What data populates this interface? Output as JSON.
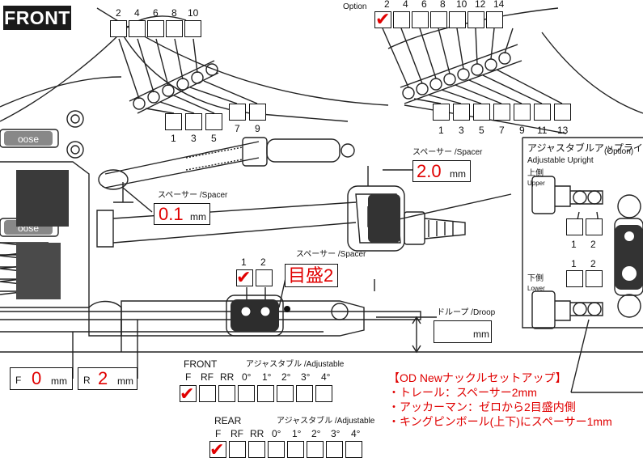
{
  "header": {
    "tag": "FRONT"
  },
  "top_left": {
    "top_nums": [
      "2",
      "4",
      "6",
      "8",
      "10"
    ],
    "bottom_nums": [
      "1",
      "3",
      "5"
    ],
    "side_nums": [
      "7",
      "9"
    ]
  },
  "top_right": {
    "option_label": "Option",
    "top_nums": [
      "2",
      "4",
      "6",
      "8",
      "10",
      "12",
      "14"
    ],
    "bottom_nums": [
      "1",
      "3",
      "5",
      "7",
      "9",
      "11",
      "13"
    ],
    "check": "✔"
  },
  "spacer_a": {
    "label": "スペーサー /Spacer",
    "value": "2.0",
    "unit": "mm"
  },
  "spacer_b": {
    "label": "スペーサー /Spacer",
    "value": "0.1",
    "unit": "mm"
  },
  "spacer_c": {
    "label": "スペーサー /Spacer",
    "value": "目盛2"
  },
  "pos12": {
    "nums": [
      "1",
      "2"
    ],
    "check": "✔"
  },
  "droop": {
    "label": "ドループ /Droop",
    "unit": "mm"
  },
  "adjustable_upright": {
    "title_jp": "アジャスタブルアップライト",
    "option": "(Option)",
    "title_en": "Adjustable Upright",
    "upper_jp": "上側",
    "upper_en": "Upper",
    "lower_jp": "下側",
    "lower_en": "Lower",
    "nums": [
      "1",
      "2"
    ]
  },
  "ride": {
    "f_label": "F",
    "f_value": "0",
    "f_unit": "mm",
    "r_label": "R",
    "r_value": "2",
    "r_unit": "mm"
  },
  "front_table": {
    "title": "FRONT",
    "adjustable": "アジャスタブル /Adjustable",
    "cols": [
      "F",
      "RF",
      "RR",
      "0°",
      "1°",
      "2°",
      "3°",
      "4°"
    ],
    "check": "✔"
  },
  "rear_table": {
    "title": "REAR",
    "adjustable": "アジャスタブル /Adjustable",
    "cols": [
      "F",
      "RF",
      "RR",
      "0°",
      "1°",
      "2°",
      "3°",
      "4°"
    ],
    "check": "✔"
  },
  "notes": {
    "title": "【OD Newナックルセットアップ】",
    "line1": "・トレール：スペーサー2mm",
    "line2": "・アッカーマン：ゼロから2目盛内側",
    "line3": "・キングピンボール(上下)にスペーサー1mm"
  }
}
